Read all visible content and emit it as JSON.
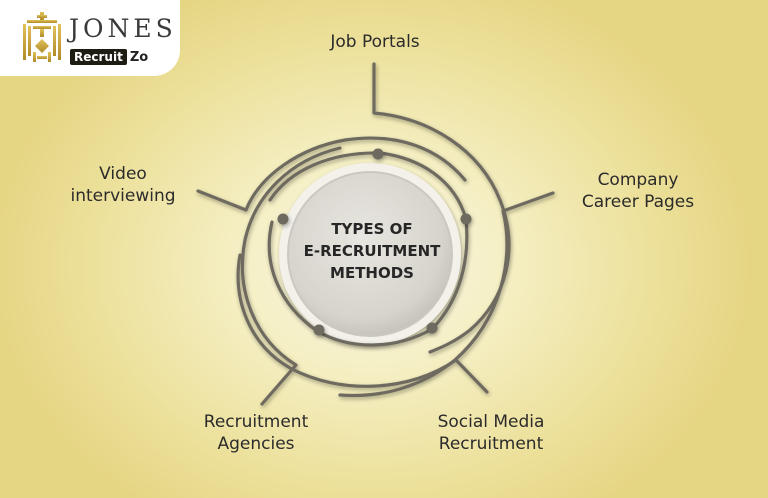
{
  "logo": {
    "brand": "JONES",
    "sub_highlight": "Recruit",
    "sub_rest": "Zo"
  },
  "diagram": {
    "center_title": [
      "TYPES OF",
      "E-RECRUITMENT",
      "METHODS"
    ],
    "methods": [
      {
        "id": "job-portals",
        "lines": [
          "Job Portals"
        ]
      },
      {
        "id": "company-career-pages",
        "lines": [
          "Company",
          "Career Pages"
        ]
      },
      {
        "id": "social-media-recruitment",
        "lines": [
          "Social Media",
          "Recruitment"
        ]
      },
      {
        "id": "recruitment-agencies",
        "lines": [
          "Recruitment",
          "Agencies"
        ]
      },
      {
        "id": "video-interviewing",
        "lines": [
          "Video",
          "interviewing"
        ]
      }
    ]
  },
  "colors": {
    "background_edge": "#e5d684",
    "background_center": "#fbf8e6",
    "line": "#6e6b5e",
    "center_circle": "#dcdad3",
    "text": "#2b2b2b",
    "logo_gold": "#c9a53a"
  }
}
